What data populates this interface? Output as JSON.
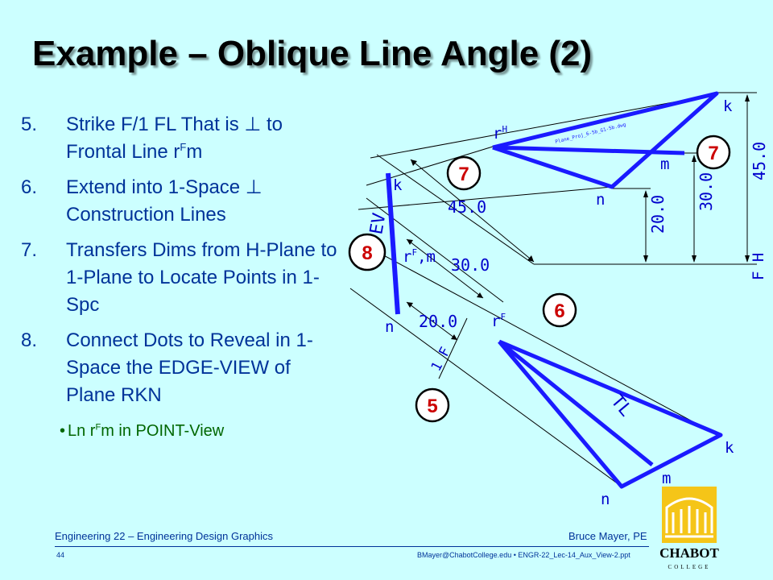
{
  "slide": {
    "title": "Example – Oblique Line Angle (2)",
    "steps": [
      {
        "num": "5.",
        "pre": "Strike F/1 FL That is ⊥ to Frontal Line r",
        "sup": "F",
        "post": "m"
      },
      {
        "num": "6.",
        "pre": "Extend into 1-Space ⊥ Construction Lines",
        "sup": "",
        "post": ""
      },
      {
        "num": "7.",
        "pre": "Transfers Dims from H-Plane to 1-Plane to Locate Points in 1-Spc",
        "sup": "",
        "post": ""
      },
      {
        "num": "8.",
        "pre": "Connect Dots to Reveal in 1-Space the EDGE-VIEW of Plane RKN",
        "sup": "",
        "post": ""
      }
    ],
    "bullet": {
      "pre": "Ln r",
      "sup": "F",
      "post": "m in POINT-View"
    }
  },
  "diagram": {
    "dims": {
      "d45_top": "45.0",
      "d30_top": "30.0",
      "d20_top": "20.0",
      "d45_left": "45.0",
      "d30_left": "30.0",
      "d20_left": "20.0"
    },
    "labels": {
      "k_top": "k",
      "m_top": "m",
      "n_top": "n",
      "rH": "r",
      "rH_sup": "H",
      "FH": "F H",
      "k_ev": "k",
      "rm_ev": "r",
      "rm_ev_sup": "F",
      "rm_ev_post": ",m",
      "n_ev": "n",
      "EV": "EV",
      "rF": "r",
      "rF_sup": "F",
      "F1": "1 F",
      "k_bot": "k",
      "m_bot": "m",
      "n_bot": "n",
      "TL": "TL"
    },
    "file_note": "Plane_Proj_6-5b_G1-5b.dwg",
    "callouts": {
      "c7a": "7",
      "c7b": "7",
      "c8": "8",
      "c6": "6",
      "c5": "5"
    },
    "colors": {
      "plane": "#1a1aff",
      "construction": "#000000",
      "annotation": "#0000cc",
      "callout_text": "#cc0000",
      "callout_ring": "#000000"
    }
  },
  "footer": {
    "left": "Engineering 22 – Engineering Design Graphics",
    "right": "Bruce Mayer, PE",
    "page": "44",
    "email_file": "BMayer@ChabotCollege.edu  •  ENGR-22_Lec-14_Aux_View-2.ppt",
    "logo_text": "CHABOT",
    "logo_sub": "COLLEGE"
  }
}
